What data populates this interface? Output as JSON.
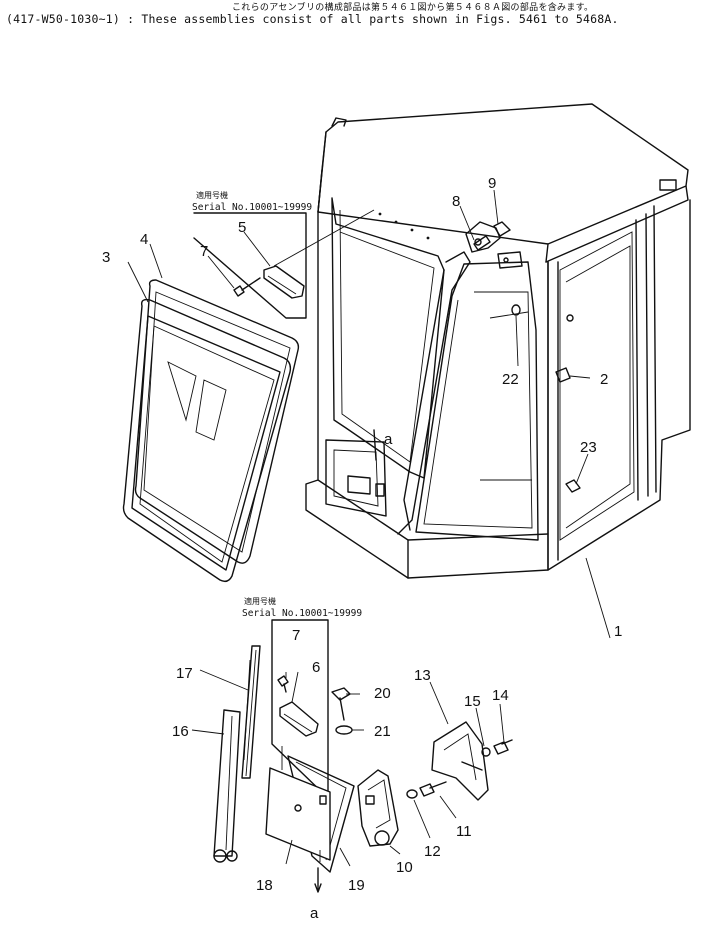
{
  "header": {
    "japanese_note": "これらのアセンブリの構成部品は第５４６１図から第５４６８Ａ図の部品を含みます。",
    "english_note": "(417-W50-1030~1) : These assemblies consist of all parts shown in Figs. 5461 to 5468A."
  },
  "serial_boxes": [
    {
      "label_jp": "適用号機",
      "serial": "Serial No.10001~19999"
    },
    {
      "label_jp": "適用号機",
      "serial": "Serial No.10001~19999"
    }
  ],
  "callouts": {
    "c1": "1",
    "c2": "2",
    "c3": "3",
    "c4": "4",
    "c5": "5",
    "c6": "6",
    "c7a": "7",
    "c7b": "7",
    "c8": "8",
    "c9": "9",
    "c10": "10",
    "c11": "11",
    "c12": "12",
    "c13": "13",
    "c14": "14",
    "c15": "15",
    "c16": "16",
    "c17": "17",
    "c18": "18",
    "c19": "19",
    "c20": "20",
    "c21": "21",
    "c22": "22",
    "c23": "23",
    "ref_a_top": "a",
    "ref_a_bottom": "a"
  }
}
